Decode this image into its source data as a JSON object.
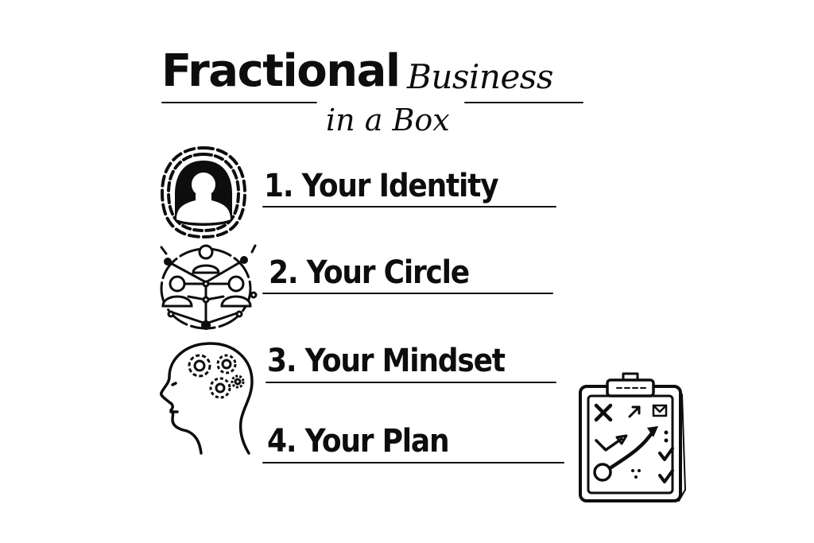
{
  "title": {
    "bold_part": "Fractional",
    "script_part": "Business",
    "script_line2": "in a Box"
  },
  "items": [
    {
      "number": "1.",
      "label": "1. Your Identity",
      "icon": "person-identity-icon"
    },
    {
      "number": "2.",
      "label": "2. Your Circle",
      "icon": "network-people-icon"
    },
    {
      "number": "3.",
      "label": "3. Your Mindset",
      "icon": "head-gears-icon"
    },
    {
      "number": "4.",
      "label": "4. Your Plan",
      "icon": "clipboard-plan-icon"
    }
  ],
  "colors": {
    "ink": "#0d0d0d",
    "background": "#ffffff"
  }
}
